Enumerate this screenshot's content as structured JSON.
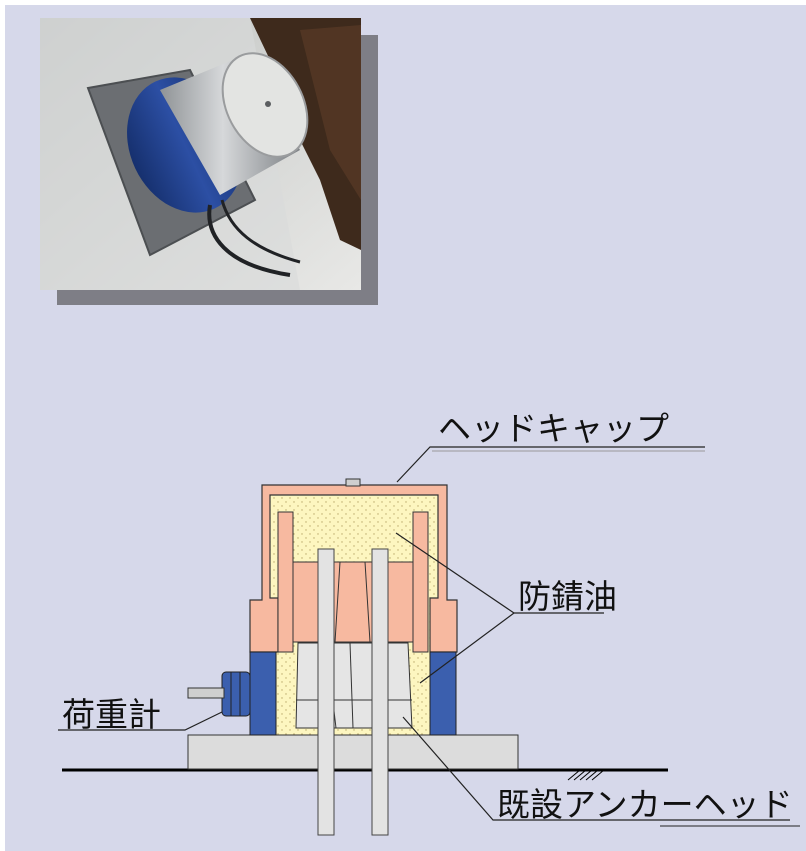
{
  "photo": {
    "description_icon": "anchor-head-cap-with-load-cell-photo"
  },
  "labels": {
    "head_cap": "ヘッドキャップ",
    "anti_rust_oil": "防錆油",
    "load_cell": "荷重計",
    "existing_anchor_head": "既設アンカーヘッド"
  },
  "colors": {
    "background_panel": "#d6d8ea",
    "head_cap": "#f7b9a0",
    "anti_rust_oil": "#fdf6c0",
    "load_cell": "#3b5fae",
    "anchor_head": "#e5e5e5",
    "base_plate": "#dcdcdc"
  }
}
